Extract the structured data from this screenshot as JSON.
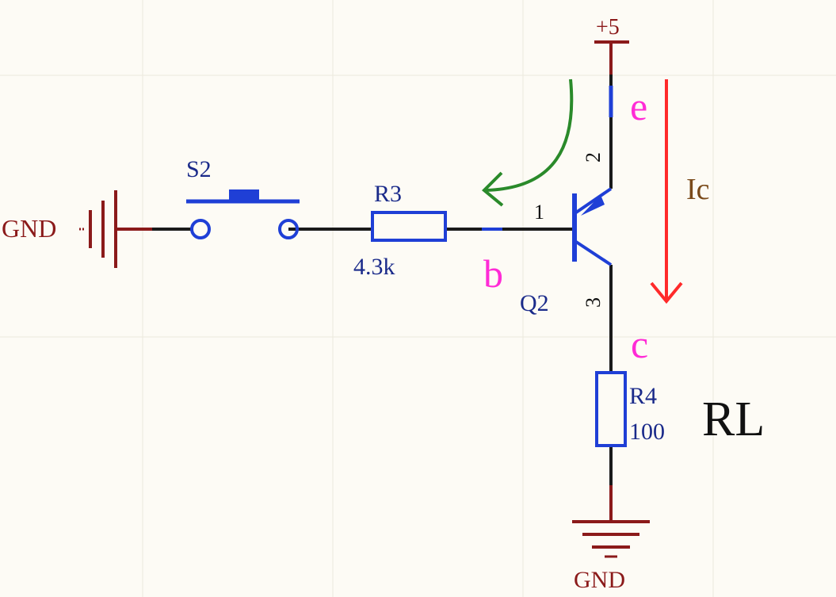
{
  "colors": {
    "background": "#fdfbf5",
    "wire": "#1a1a1a",
    "component": "#1f3fd6",
    "power": "#8b1a1a",
    "label_blue": "#1a2a8a",
    "pin_label": "#111111",
    "terminal": "#ff2bd6",
    "current_arrow": "#ff2a2a",
    "current_label": "#7a4a1a",
    "flow_arrow": "#2a8a2a",
    "rl_label": "#111111"
  },
  "labels": {
    "gnd_left": "GND",
    "gnd_bottom": "GND",
    "vcc": "+5",
    "switch": "S2",
    "r3_name": "R3",
    "r3_value": "4.3k",
    "r4_name": "R4",
    "r4_value": "100",
    "transistor": "Q2",
    "pin_base": "1",
    "pin_emitter": "2",
    "pin_collector": "3",
    "term_e": "e",
    "term_b": "b",
    "term_c": "c",
    "current": "Ic",
    "load": "RL"
  },
  "icons": {
    "ground_left": "ground-symbol-icon",
    "ground_bottom": "ground-symbol-icon",
    "power": "power-bar-icon",
    "switch": "pushbutton-switch-icon",
    "transistor": "pnp-transistor-icon",
    "resistor": "resistor-icon",
    "current_arrow": "down-arrow-icon",
    "flow_arrow": "curved-arrow-icon"
  }
}
